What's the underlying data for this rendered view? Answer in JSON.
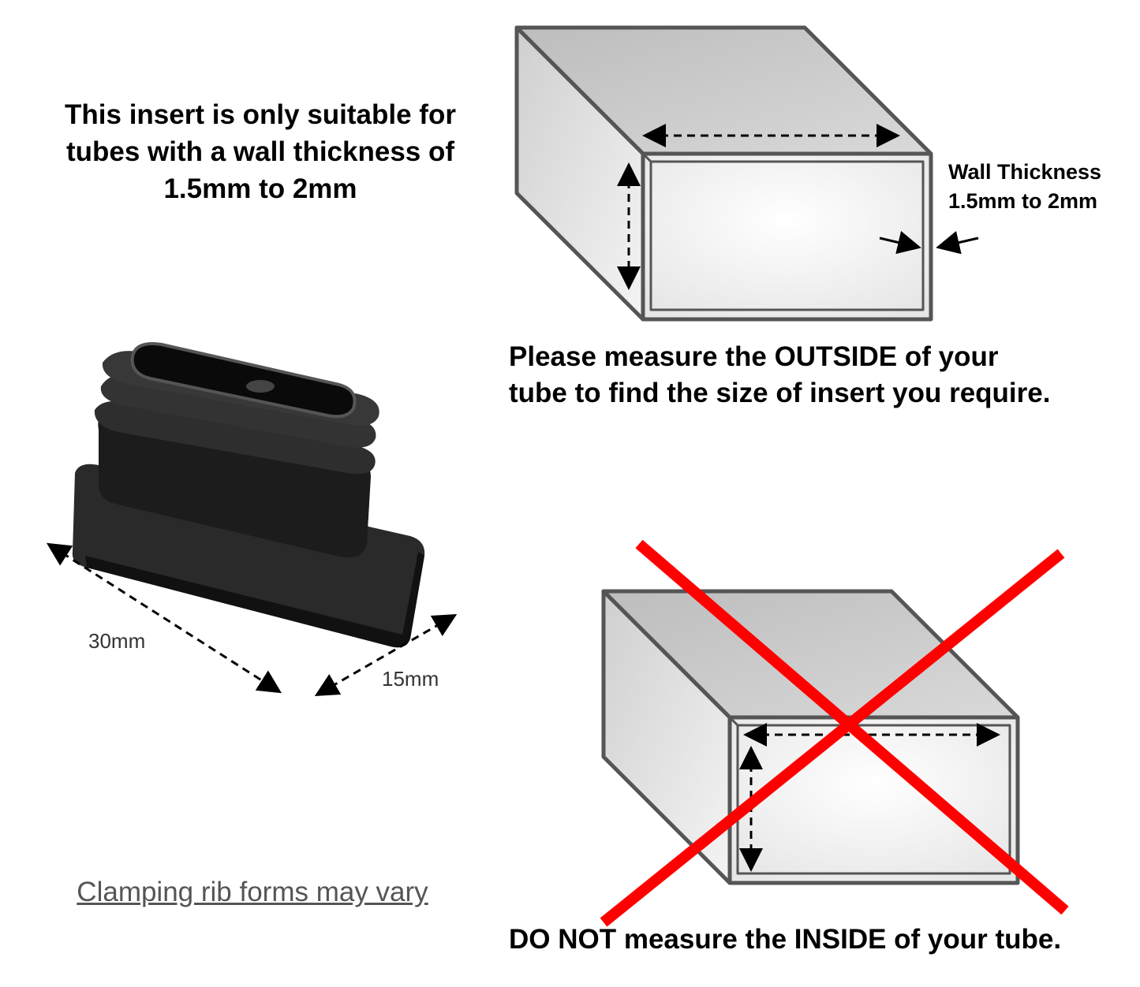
{
  "suitability": {
    "line1": "This insert is only suitable for",
    "line2": "tubes with a wall thickness of",
    "line3": "1.5mm to 2mm"
  },
  "wall_label": {
    "line1": "Wall Thickness",
    "line2": "1.5mm to 2mm"
  },
  "outside_instruction": {
    "line1": "Please measure the OUTSIDE of your",
    "line2": "tube to find the size of insert you require."
  },
  "inside_warning": "DO NOT measure the INSIDE of your tube.",
  "dimensions": {
    "length": "30mm",
    "width": "15mm"
  },
  "note": "Clamping rib forms may vary",
  "colors": {
    "cross": "#ff0000",
    "tube_stroke": "#555555",
    "insert": "#1a1a1a"
  }
}
